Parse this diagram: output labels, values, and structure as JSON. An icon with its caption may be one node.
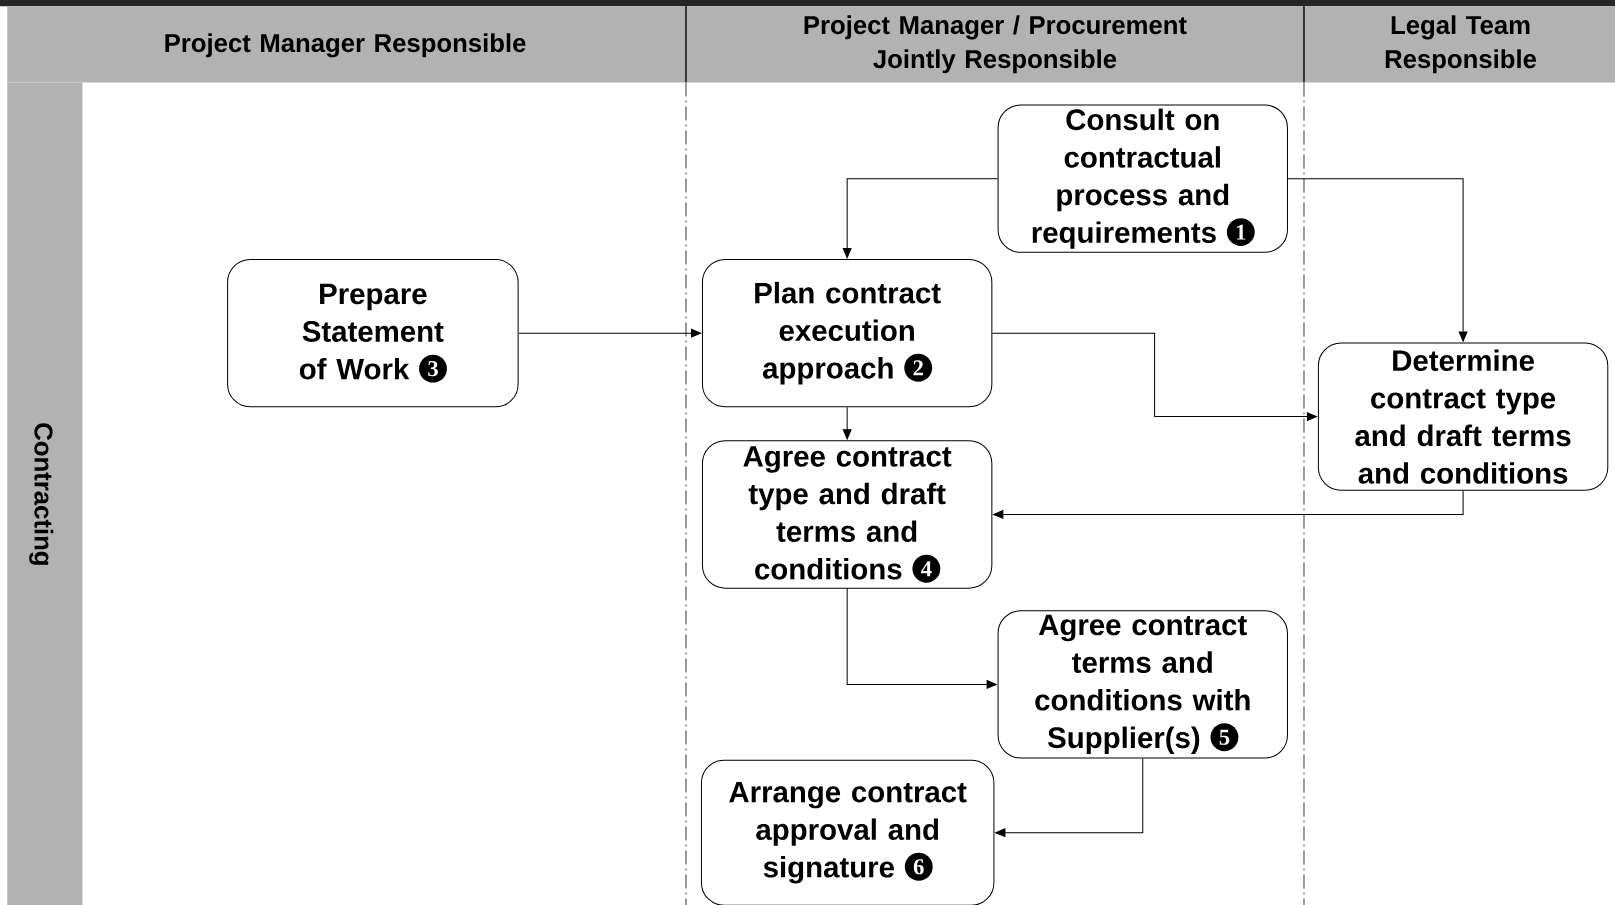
{
  "diagram": {
    "nodes": [
      {
        "text": [
          "Consult on contractual process and requirements",
          "1"
        ]
      },
      {
        "text": [
          "Prepare Statement of Work",
          "3"
        ]
      },
      {
        "text": [
          "Plan contract execution approach",
          "2"
        ]
      },
      {
        "text": [
          "Determine contract type and draft terms and conditions"
        ]
      },
      {
        "text": [
          "Agree contract type and draft terms and conditions",
          "4"
        ]
      },
      {
        "text": [
          "Agree contract terms and conditions with Supplier(s)",
          "5"
        ]
      },
      {
        "text": [
          "Arrange contract approval and signature",
          "6"
        ]
      }
    ],
    "edges": [
      {
        "from": 0,
        "to": 2,
        "arrow": "to"
      },
      {
        "from": 0,
        "to": 3,
        "arrow": "to"
      },
      {
        "from": 1,
        "to": 2,
        "arrow": "to"
      },
      {
        "from": 2,
        "to": 3,
        "arrow": "to"
      },
      {
        "from": 2,
        "to": 4,
        "arrow": "to"
      },
      {
        "from": 3,
        "to": 4,
        "arrow": "to"
      },
      {
        "from": 4,
        "to": 5,
        "arrow": "to"
      },
      {
        "from": 5,
        "to": 6,
        "arrow": "to"
      }
    ],
    "labels": [
      "Project Manager Responsible",
      "Project Manager / Procurement Jointly Responsible",
      "Legal Team Responsible",
      "Contracting"
    ]
  }
}
